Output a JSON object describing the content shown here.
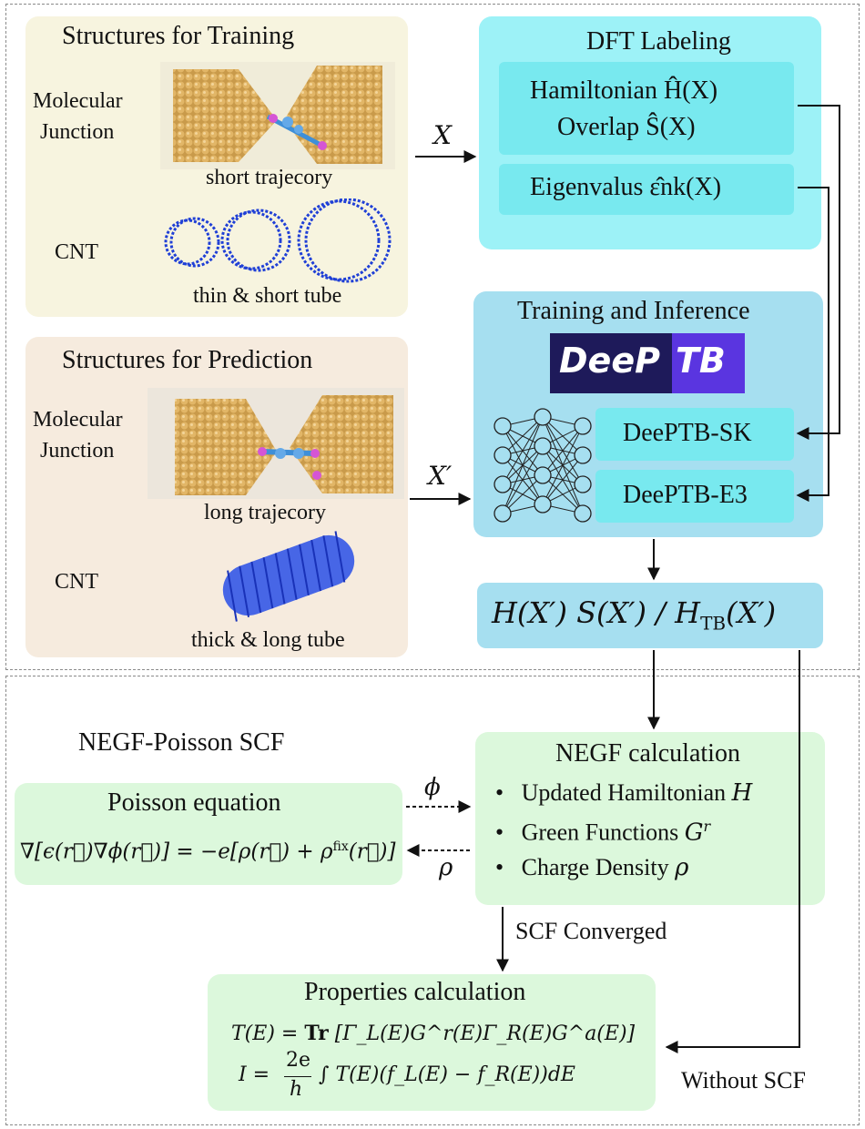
{
  "training_panel": {
    "title": "Structures for Training",
    "mol_label_1": "Molecular",
    "mol_label_2": "Junction",
    "traj_caption": "short trajecory",
    "cnt_label": "CNT",
    "tube_caption": "thin & short tube"
  },
  "prediction_panel": {
    "title": "Structures for Prediction",
    "mol_label_1": "Molecular",
    "mol_label_2": "Junction",
    "traj_caption": "long trajecory",
    "cnt_label": "CNT",
    "tube_caption": "thick & long tube"
  },
  "dft_panel": {
    "title": "DFT Labeling",
    "ham_line": "Hamiltonian Ĥ(X)",
    "overlap_line": "Overlap  Ŝ(X)",
    "eigen_line": "Eigenvalus ε̂nk(X)"
  },
  "training_inference": {
    "title": "Training and Inference",
    "logo_left": "DeeP",
    "logo_right": "TB",
    "sk_label": "DeePTB-SK",
    "e3_label": "DeePTB-E3"
  },
  "arrows": {
    "x_label": "X",
    "xprime_label": "X′",
    "phi_label": "ϕ",
    "rho_label": "ρ",
    "converged_label": "SCF Converged",
    "without_label": "Without SCF"
  },
  "output_box": {
    "text": "H(X′) S(X′) / H",
    "sub": "TB",
    "tail": "(X′)"
  },
  "negf_section": {
    "title": "NEGF-Poisson SCF"
  },
  "poisson": {
    "title": "Poisson equation",
    "equation": "∇[ϵ(r⃗)∇ϕ(r⃗)] = −e[ρ(r⃗) + ρ",
    "eq_sup": "fix",
    "eq_tail": "(r⃗)]"
  },
  "negf_calc": {
    "title": "NEGF calculation",
    "items": [
      {
        "text": "Updated Hamiltonian ",
        "math": "H",
        "sup": ""
      },
      {
        "text": "Green Functions ",
        "math": "G",
        "sup": "r"
      },
      {
        "text": "Charge Density ",
        "math": "ρ",
        "sup": ""
      }
    ]
  },
  "properties": {
    "title": "Properties calculation",
    "eq1_lhs": "T(E) = ",
    "eq1_tr": "Tr",
    "eq1_rhs": " [Γ_L(E)G^r(E)Γ_R(E)G^a(E)]",
    "eq2_lhs": "I = ",
    "eq2_num": "2e",
    "eq2_den": "h",
    "eq2_rhs": "∫ T(E)(f_L(E) − f_R(E))dE"
  },
  "colors": {
    "training_bg": "#f7f4df",
    "prediction_bg": "#f6ebde",
    "dft_bg": "#9df2f7",
    "dft_inner": "#78e9ef",
    "training_inf_bg": "#a6dff0",
    "output_bg": "#a6dff0",
    "green_bg": "#dcf8dc",
    "logo_dark": "#1e1a5a",
    "logo_purple": "#5a35e0"
  }
}
